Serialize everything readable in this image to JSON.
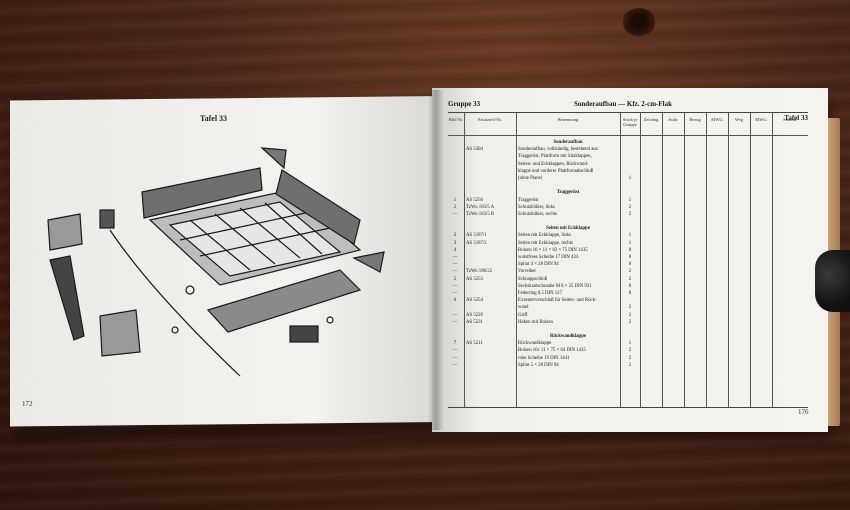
{
  "left_page": {
    "heading": "Tafel 33",
    "page_number": "172"
  },
  "right_page": {
    "group": "Gruppe 33",
    "subtitle": "Sonderaufbau — Kfz. 2-cm-Flak",
    "table_label": "Tafel 33",
    "page_number": "176",
    "column_headers": [
      "Bild Nr.",
      "Ersatzteil-Nr.",
      "Benennung",
      "Stück je Gruppe",
      "Zeichng",
      "Auftr",
      "Bezug",
      "MWG",
      "Weg",
      "MWG",
      "Summe"
    ],
    "rows": [
      {
        "nr": "",
        "en": "",
        "bz": "Sonderaufbau",
        "st": "",
        "section": true
      },
      {
        "nr": "",
        "en": "AS 5304",
        "bz": "Sonderaufbau, vollständig, bestehend aus:",
        "st": ""
      },
      {
        "nr": "",
        "en": "",
        "bz": "Traggerüst, Plattform mit Sitzklappen,",
        "st": ""
      },
      {
        "nr": "",
        "en": "",
        "bz": "Seiten- und Eckklappen, Rückwand-",
        "st": ""
      },
      {
        "nr": "",
        "en": "",
        "bz": "klappe und vorderer Plattformabschluß",
        "st": ""
      },
      {
        "nr": "",
        "en": "",
        "bz": "(ohne Plane)",
        "st": "1"
      },
      {
        "nr": "",
        "en": "",
        "bz": "",
        "st": ""
      },
      {
        "nr": "",
        "en": "",
        "bz": "Traggerüst",
        "st": "",
        "section": true
      },
      {
        "nr": "1",
        "en": "AS 5250",
        "bz": "Traggerüst",
        "st": "1"
      },
      {
        "nr": "2",
        "en": "TzWo 183/5 A",
        "bz": "Schutzbühler, links",
        "st": "2"
      },
      {
        "nr": "—",
        "en": "TzWo 183/5 B",
        "bz": "Schutzbühler, rechts",
        "st": "2"
      },
      {
        "nr": "",
        "en": "",
        "bz": "",
        "st": ""
      },
      {
        "nr": "",
        "en": "",
        "bz": "Seiten mit Eckklappe",
        "st": "",
        "section": true
      },
      {
        "nr": "2",
        "en": "AS 5187/1",
        "bz": "Seiten mit Eckklappe, links",
        "st": "1"
      },
      {
        "nr": "3",
        "en": "AS 5187/2",
        "bz": "Seiten mit Eckklappe, rechts",
        "st": "1"
      },
      {
        "nr": "4",
        "en": "",
        "bz": "Bolzen 16 × 11 × 83 × 75 DIN 1435",
        "st": "8"
      },
      {
        "nr": "—",
        "en": "",
        "bz": "wulstfrees Scheibe 17 DIN 433",
        "st": "8"
      },
      {
        "nr": "—",
        "en": "",
        "bz": "Splint 4 × 28 DIN 94",
        "st": "8"
      },
      {
        "nr": "—",
        "en": "TzWo 186/22",
        "bz": "Vorreiber",
        "st": "2"
      },
      {
        "nr": "5",
        "en": "AS 5253",
        "bz": "Schnappschloß",
        "st": "2"
      },
      {
        "nr": "—",
        "en": "",
        "bz": "Sechskantschraube M 8 × 25 DIN 931",
        "st": "8"
      },
      {
        "nr": "—",
        "en": "",
        "bz": "Federring 8,5 DIN 127",
        "st": "8"
      },
      {
        "nr": "6",
        "en": "AS 5254",
        "bz": "Exzenterverschluß für Seiten- und Rück-",
        "st": ""
      },
      {
        "nr": "",
        "en": "",
        "bz": "wand",
        "st": "2"
      },
      {
        "nr": "—",
        "en": "AS 5226",
        "bz": "Griff",
        "st": "2"
      },
      {
        "nr": "—",
        "en": "AS 5231",
        "bz": "Haken mit Bolzen",
        "st": "2"
      },
      {
        "nr": "",
        "en": "",
        "bz": "",
        "st": ""
      },
      {
        "nr": "",
        "en": "",
        "bz": "Rückwandklappe",
        "st": "",
        "section": true
      },
      {
        "nr": "7",
        "en": "AS 5211",
        "bz": "Rückwandklappe",
        "st": "1"
      },
      {
        "nr": "—",
        "en": "",
        "bz": "Bolzen 16c 11 × 75 × 64 DIN 1435",
        "st": "2"
      },
      {
        "nr": "—",
        "en": "",
        "bz": "rohe Scheibe 19 DIN 1441",
        "st": "2"
      },
      {
        "nr": "—",
        "en": "",
        "bz": "Splint 5 × 28 DIN 94",
        "st": "2"
      }
    ]
  }
}
